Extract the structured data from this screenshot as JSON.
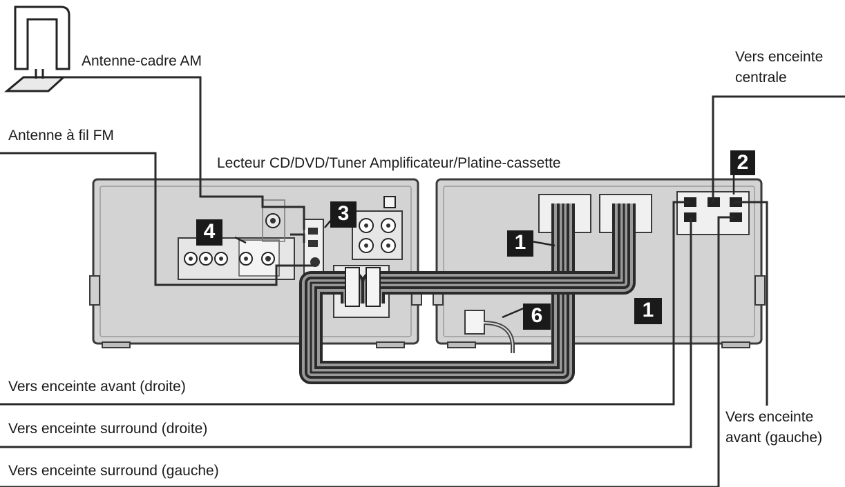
{
  "labels": {
    "am_antenna": "Antenne-cadre AM",
    "fm_antenna": "Antenne à fil FM",
    "main_unit": "Lecteur CD/DVD/Tuner Amplificateur/Platine-cassette",
    "center_speaker_line1": "Vers enceinte",
    "center_speaker_line2": "centrale",
    "front_right": "Vers enceinte avant (droite)",
    "surround_right": "Vers enceinte surround (droite)",
    "surround_left": "Vers enceinte surround (gauche)",
    "front_left_line1": "Vers enceinte",
    "front_left_line2": "avant (gauche)"
  },
  "badges": {
    "step_1_top": "1",
    "step_1_right": "1",
    "step_2": "2",
    "step_3": "3",
    "step_4": "4",
    "step_6": "6"
  },
  "colors": {
    "panel_fill": "#d3d3d3",
    "panel_stroke": "#3a3a3a",
    "cable": "#2a2a2a",
    "badge": "#1a1a1a"
  }
}
